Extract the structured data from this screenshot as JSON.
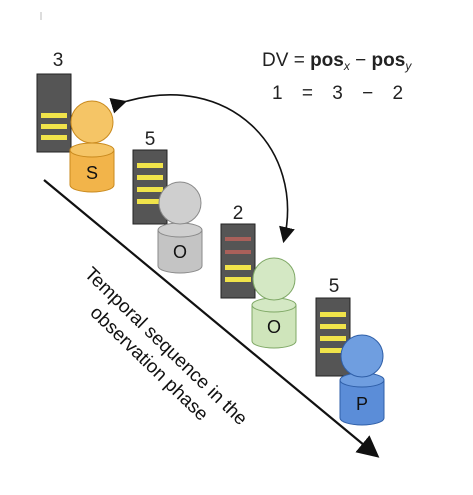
{
  "formula": {
    "lhs": "DV",
    "equals": "=",
    "term1": "pos",
    "term1_sub": "x",
    "minus": "−",
    "term2": "pos",
    "term2_sub": "y",
    "example": [
      "1",
      "=",
      "3",
      "−",
      "2"
    ]
  },
  "sequence_label": [
    "Temporal sequence in the",
    "observation phase"
  ],
  "agents": [
    {
      "letter": "S",
      "position_label": "3",
      "head_color": "#f5c566",
      "body_color": "#f2b44a",
      "stroke": "#c98a1e",
      "bars": "yellow"
    },
    {
      "letter": "O",
      "position_label": "5",
      "head_color": "#cfcfcf",
      "body_color": "#c4c4c4",
      "stroke": "#8a8a8a",
      "bars": "yellow"
    },
    {
      "letter": "O",
      "position_label": "2",
      "head_color": "#d4e8c4",
      "body_color": "#cfe5bb",
      "stroke": "#7fa866",
      "bars": "red-top-yellow-bottom"
    },
    {
      "letter": "P",
      "position_label": "5",
      "head_color": "#6f9ee0",
      "body_color": "#5b8dd8",
      "stroke": "#2f5fa8",
      "bars": "yellow"
    }
  ],
  "colors": {
    "panel_fill": "#555555",
    "panel_stroke": "#222222",
    "bar_yellow": "#f0e34a",
    "bar_red": "#a9605a",
    "arrow": "#111111"
  }
}
